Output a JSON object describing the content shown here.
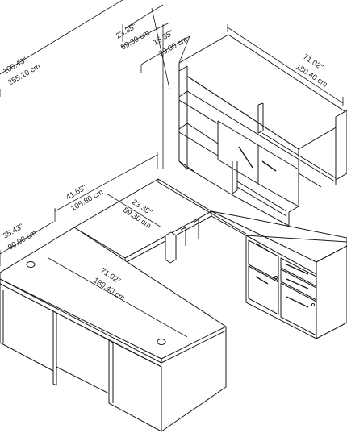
{
  "dimensions": {
    "overall_depth": {
      "imperial": "100.43\"",
      "metric": "255.10 cm"
    },
    "hutch_side_depth": {
      "imperial": "23.35\"",
      "metric": "59.30 cm"
    },
    "hutch_depth": {
      "imperial": "15.35\"",
      "metric": "39.00 cm"
    },
    "hutch_width": {
      "imperial": "71.02\"",
      "metric": "180.40 cm"
    },
    "bridge_length": {
      "imperial": "41.65\"",
      "metric": "105.80 cm"
    },
    "bridge_depth": {
      "imperial": "23.35\"",
      "metric": "59.30 cm"
    },
    "desk_depth": {
      "imperial": "35.43\"",
      "metric": "90.00 cm"
    },
    "desk_width": {
      "imperial": "71.02\"",
      "metric": "180.40 cm"
    }
  }
}
